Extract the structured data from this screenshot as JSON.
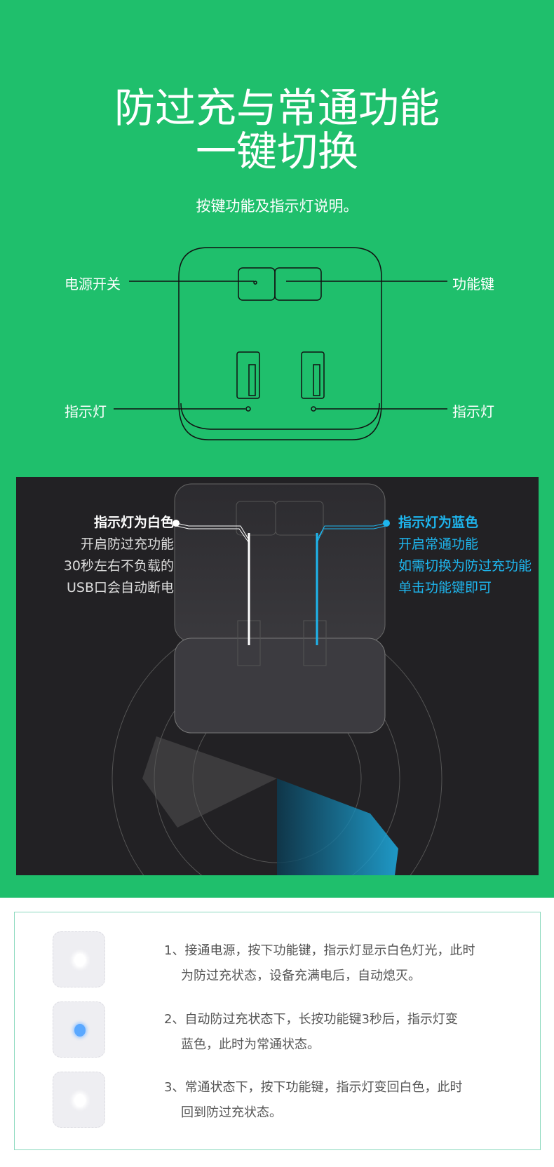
{
  "header": {
    "title_line1": "防过充与常通功能",
    "title_line2": "一键切换",
    "subtitle": "按键功能及指示灯说明。"
  },
  "diagram": {
    "power_switch": "电源开关",
    "function_key": "功能键",
    "indicator_left": "指示灯",
    "indicator_right": "指示灯"
  },
  "modes": {
    "white": {
      "title": "指示灯为白色",
      "lines": [
        "开启防过充功能",
        "30秒左右不负载的",
        "USB口会自动断电"
      ]
    },
    "blue": {
      "title": "指示灯为蓝色",
      "lines": [
        "开启常通功能",
        "如需切换为防过充功能",
        "单击功能键即可"
      ]
    }
  },
  "colors": {
    "green": "#1fbf6c",
    "dark": "#222124",
    "blue": "#1eb6ee"
  },
  "steps": [
    {
      "line1": "1、接通电源，按下功能键，指示灯显示白色灯光，此时",
      "line2": "为防过充状态，设备充满电后，自动熄灭。",
      "light": "white"
    },
    {
      "line1": "2、自动防过充状态下，长按功能键3秒后，指示灯变",
      "line2": "蓝色，此时为常通状态。",
      "light": "blue"
    },
    {
      "line1": "3、常通状态下，按下功能键，指示灯变回白色，此时",
      "line2": "回到防过充状态。",
      "light": "white"
    }
  ]
}
